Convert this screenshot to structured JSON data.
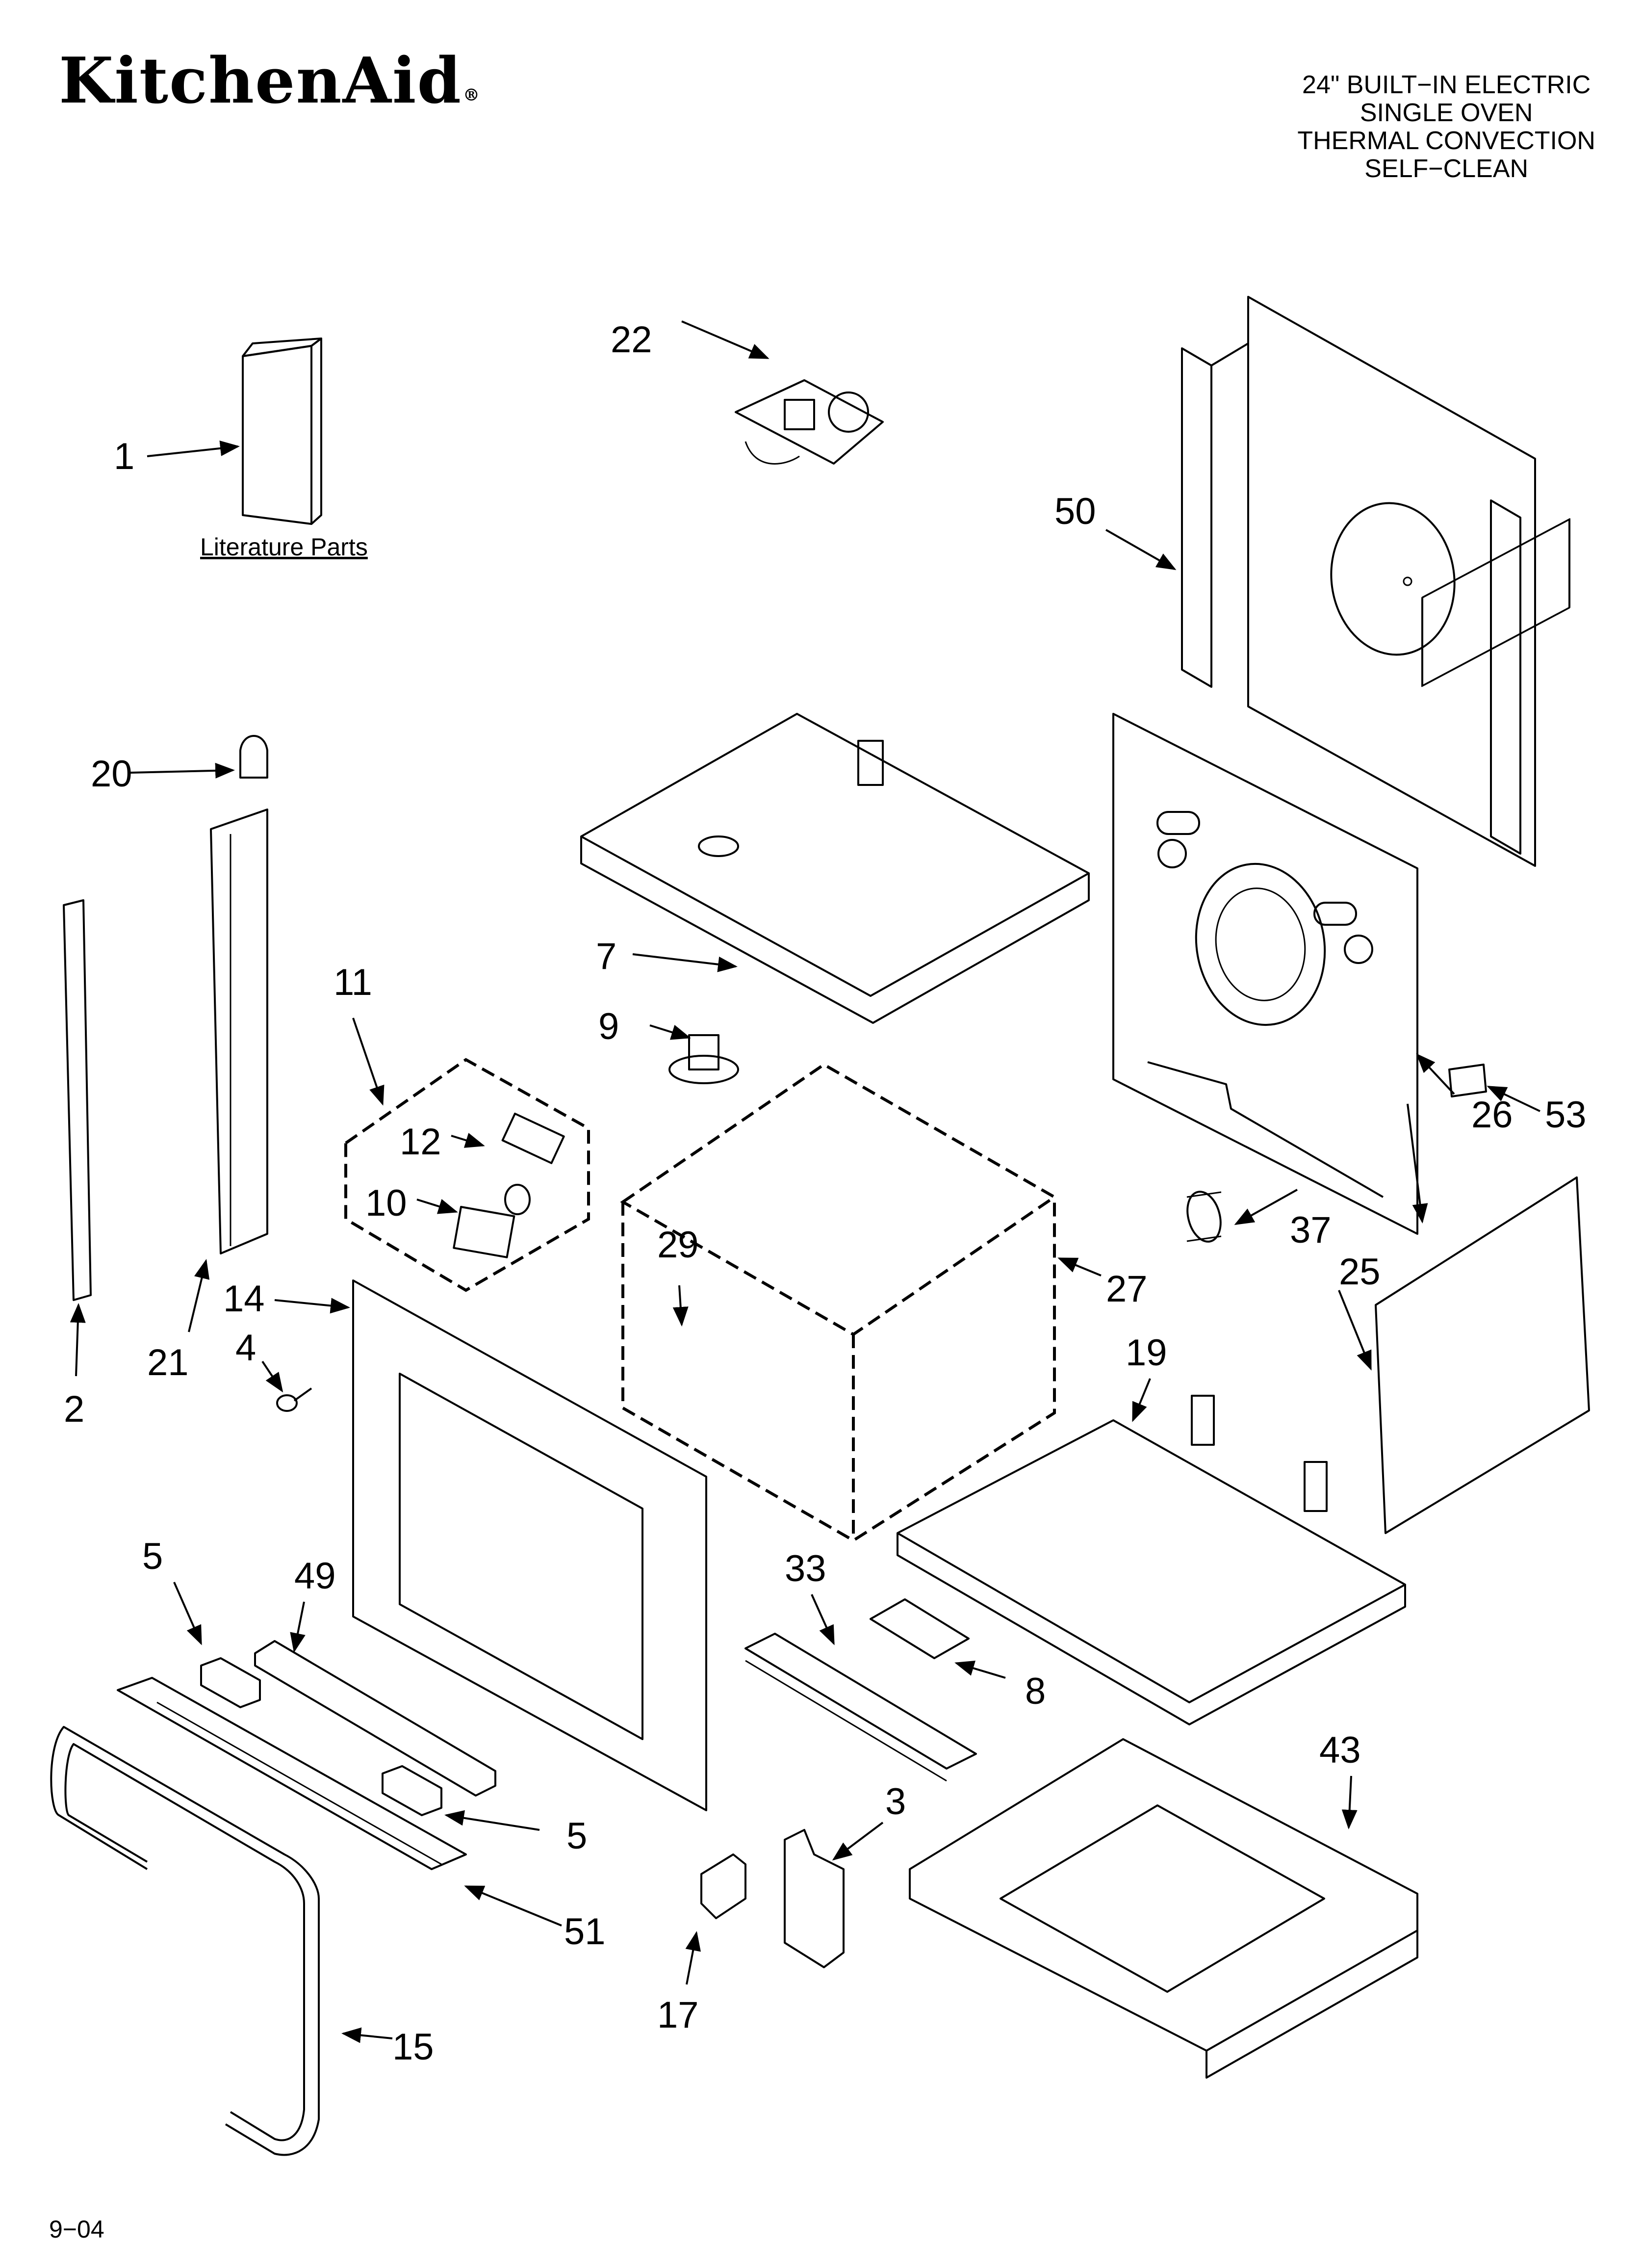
{
  "brand": {
    "name": "KitchenAid",
    "mark": "®"
  },
  "header": {
    "line1": "24\" BUILT−IN ELECTRIC",
    "line2": "SINGLE OVEN",
    "line3": "THERMAL CONVECTION",
    "line4": "SELF−CLEAN"
  },
  "literature_label": "Literature Parts",
  "footer_code": "9−04",
  "callouts": {
    "p1": "1",
    "p2": "2",
    "p3": "3",
    "p4": "4",
    "p5a": "5",
    "p5b": "5",
    "p7": "7",
    "p8": "8",
    "p9": "9",
    "p10": "10",
    "p11": "11",
    "p12": "12",
    "p14": "14",
    "p15": "15",
    "p17": "17",
    "p19": "19",
    "p20": "20",
    "p21": "21",
    "p22": "22",
    "p25": "25",
    "p26": "26",
    "p27": "27",
    "p29": "29",
    "p33": "33",
    "p37": "37",
    "p43": "43",
    "p49": "49",
    "p50": "50",
    "p51": "51",
    "p53": "53"
  }
}
